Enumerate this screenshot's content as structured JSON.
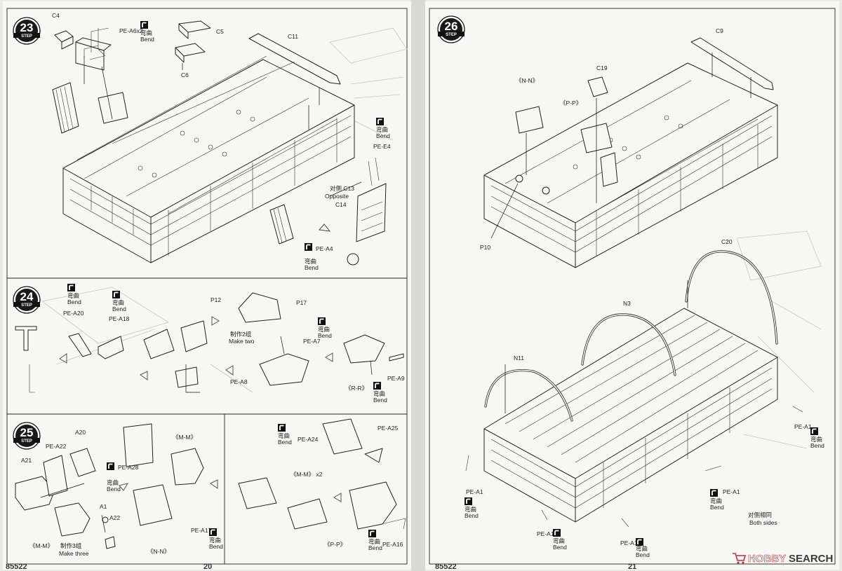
{
  "left_page": {
    "number": "20",
    "code": "85522",
    "step23": {
      "step_number": "23",
      "step_word": "STEP",
      "labels": [
        "C4",
        "PE-A6x2",
        "C5",
        "C6",
        "C11",
        "PE-E4",
        "对侧 C13",
        "Opposite",
        "C14",
        "PE-A4"
      ],
      "bend_notes": [
        {
          "zh": "弯曲",
          "en": "Bend"
        },
        {
          "zh": "弯曲",
          "en": "Bend"
        },
        {
          "zh": "弯曲",
          "en": "Bend"
        }
      ]
    },
    "step24": {
      "step_number": "24",
      "step_word": "STEP",
      "labels": [
        "PE-A20",
        "PE-A18",
        "P12",
        "P17",
        "制作2组",
        "Make two",
        "PE-A7",
        "PE-A8",
        "PE-A9",
        "《R-R》"
      ],
      "bend_notes": [
        {
          "zh": "弯曲",
          "en": "Bend"
        },
        {
          "zh": "弯曲",
          "en": "Bend"
        },
        {
          "zh": "弯曲",
          "en": "Bend"
        },
        {
          "zh": "弯曲",
          "en": "Bend"
        }
      ]
    },
    "step25": {
      "step_number": "25",
      "step_word": "STEP",
      "labels": [
        "PE-A22",
        "A20",
        "A21",
        "A1",
        "A22",
        "《M-M》",
        "《M-M》",
        "PE-A28",
        "制作3组",
        "Make three",
        "《N-N》",
        "PE-A17",
        "PE-A24",
        "PE-A25",
        "《M-M》 x2",
        "《P-P》",
        "PE-A16"
      ],
      "bend_notes": [
        {
          "zh": "弯曲",
          "en": "Bend"
        },
        {
          "zh": "弯曲",
          "en": "Bend"
        },
        {
          "zh": "弯曲",
          "en": "Bend"
        },
        {
          "zh": "弯曲",
          "en": "Bend"
        }
      ]
    }
  },
  "right_page": {
    "number": "21",
    "code": "85522",
    "step26": {
      "step_number": "26",
      "step_word": "STEP",
      "labels": [
        "C9",
        "C19",
        "《N-N》",
        "《P-P》",
        "P10",
        "C20",
        "N3",
        "N11",
        "PE-A1",
        "PE-A1",
        "PE-A1",
        "PE-A1",
        "PE-A1",
        "对侧相同",
        "Both sides"
      ],
      "bend_notes": [
        {
          "zh": "弯曲",
          "en": "Bend"
        },
        {
          "zh": "弯曲",
          "en": "Bend"
        },
        {
          "zh": "弯曲",
          "en": "Bend"
        },
        {
          "zh": "弯曲",
          "en": "Bend"
        },
        {
          "zh": "弯曲",
          "en": "Bend"
        }
      ]
    }
  },
  "watermark": {
    "brand": "HOBBY",
    "suffix": "SEARCH",
    "icon": "hobbysearch-cart-icon"
  },
  "colors": {
    "paper": "#f7f7f4",
    "line": "#222222",
    "watermark_red": "#c03030"
  }
}
